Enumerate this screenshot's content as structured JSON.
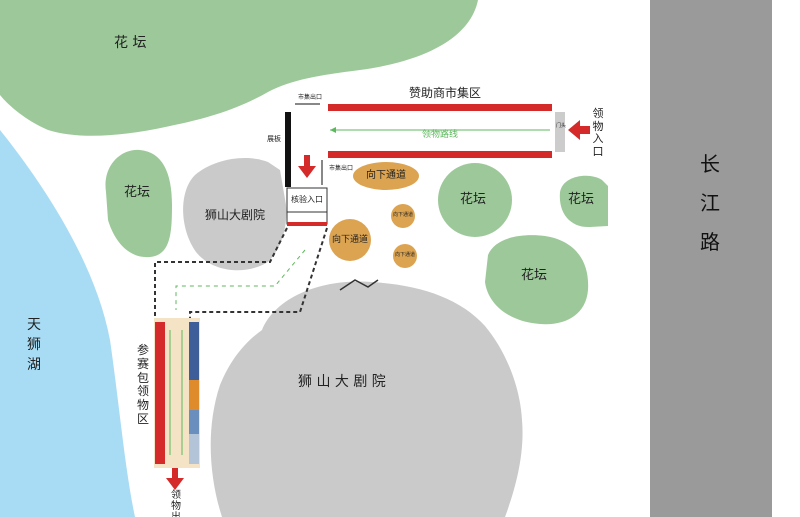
{
  "map": {
    "road": {
      "chars": [
        "长",
        "江",
        "路"
      ]
    },
    "lake": {
      "chars": [
        "天",
        "狮",
        "湖"
      ]
    },
    "flowerbed": "花坛",
    "flowerbed_spaced": "花 坛",
    "theater_small": "狮山大剧院",
    "theater_large": "狮 山 大 剧 院",
    "sponsor_market": "赞助商市集区",
    "collect_entrance": {
      "chars": [
        "领",
        "物",
        "入",
        "口"
      ]
    },
    "collect_route": "领物路线",
    "market_exit_top": "市集出口",
    "market_exit_mid": "市集出口",
    "display_board": "展板",
    "door": "门头",
    "checkin_entrance": "核验入口",
    "down_passage": "向下通道",
    "pack_area": {
      "chars": [
        "参",
        "赛",
        "包",
        "领",
        "物",
        "区"
      ]
    },
    "collect_exit": {
      "chars": [
        "领",
        "物",
        "出",
        "口"
      ]
    },
    "colors": {
      "green": "#9dc99a",
      "gray": "#cacaca",
      "road_gray": "#9a9a9a",
      "lake_blue": "#a8dcf5",
      "red": "#d42a2a",
      "orange": "#dca451",
      "beige": "#f5e3c6",
      "route_green": "#5cb85c",
      "blue": "#3d5e98"
    }
  }
}
